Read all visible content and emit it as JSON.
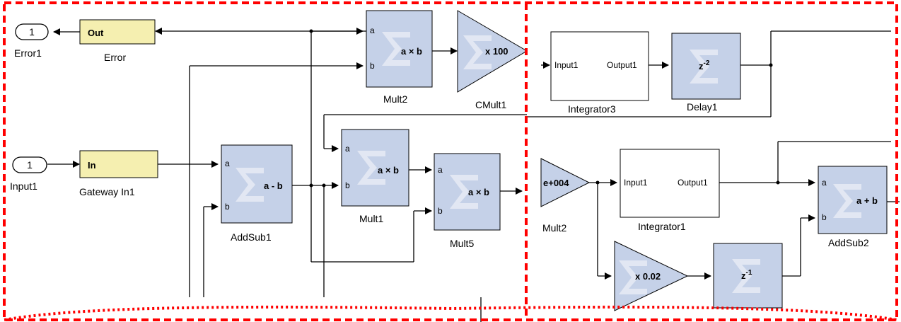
{
  "ports": {
    "error_num": "1",
    "error_name": "Error1",
    "input_num": "1",
    "input_name": "Input1"
  },
  "gateways": {
    "out_text": "Out",
    "out_name": "Error",
    "in_text": "In",
    "in_name": "Gateway In1"
  },
  "blocks": {
    "mult2_op": "a × b",
    "mult2_name": "Mult2",
    "cmult1_op": "x 100",
    "cmult1_name": "CMult1",
    "addsub1_op": "a - b",
    "addsub1_name": "AddSub1",
    "mult1_op": "a × b",
    "mult1_name": "Mult1",
    "mult5_op": "a × b",
    "mult5_name": "Mult5",
    "cmult2_op": "e+004",
    "cmult2_name": "Mult2",
    "cmult3_op": "x 0.02",
    "delay1_name": "Delay1",
    "addsub2_op": "a + b",
    "addsub2_name": "AddSub2"
  },
  "ports_labels": {
    "a": "a",
    "b": "b"
  },
  "subsystems": {
    "integrator3_name": "Integrator3",
    "integrator1_name": "Integrator1",
    "input1": "Input1",
    "output1": "Output1"
  },
  "colors": {
    "block": "#c5d1e8",
    "gateway": "#f5efb0",
    "highlight": "#ff0000"
  }
}
